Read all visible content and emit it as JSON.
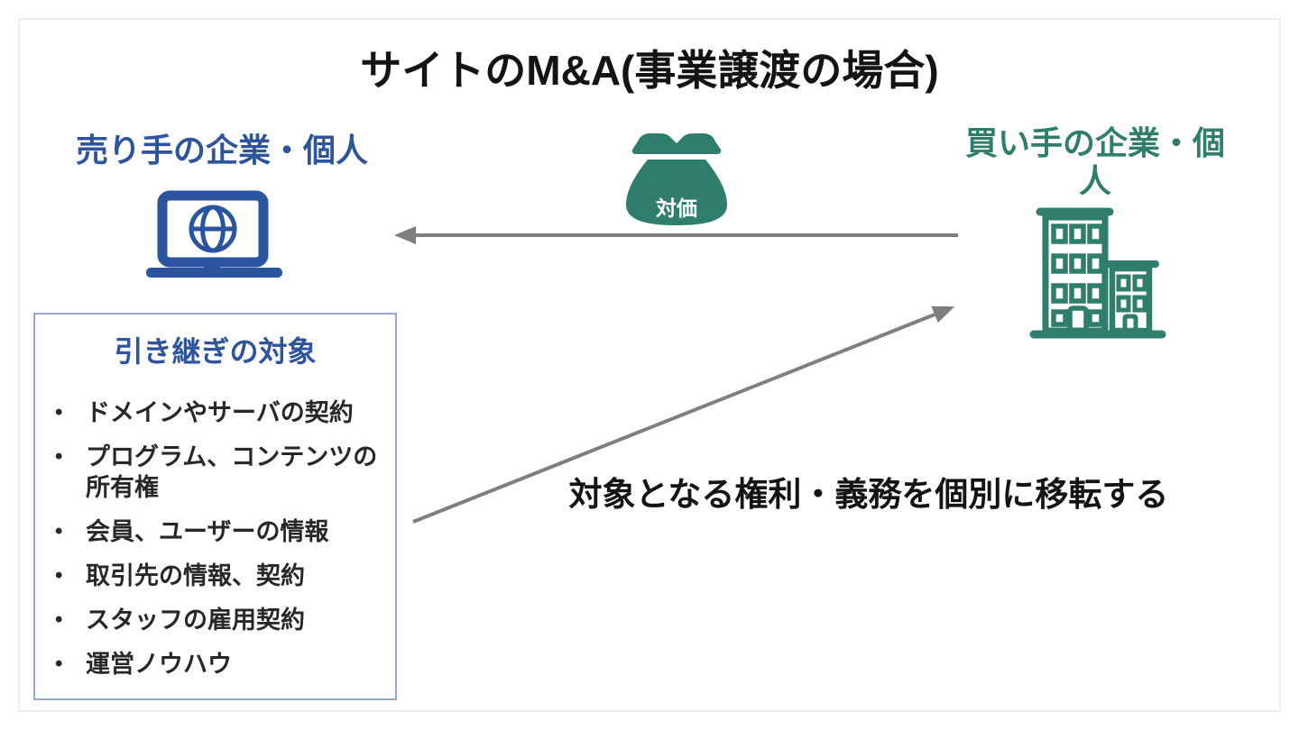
{
  "title": "サイトのM&A(事業譲渡の場合)",
  "seller": {
    "label": "売り手の企業・個人"
  },
  "buyer": {
    "label": "買い手の企業・個人"
  },
  "payment": {
    "label": "対価"
  },
  "transfer_box": {
    "title": "引き継ぎの対象",
    "bullet": "•",
    "items": [
      "ドメインやサーバの契約",
      "プログラム、コンテンツの所有権",
      "会員、ユーザーの情報",
      "取引先の情報、契約",
      "スタッフの雇用契約",
      "運営ノウハウ"
    ]
  },
  "note": "対象となる権利・義務を個別に移転する",
  "icons": {
    "seller": "laptop-globe-icon",
    "buyer": "office-building-icon",
    "payment": "money-bag-icon"
  },
  "colors": {
    "seller_blue": "#2e549e",
    "buyer_teal": "#2f7d6c",
    "arrow_gray": "#7f7f7f",
    "box_border": "#93a8cb",
    "text_black": "#141414"
  }
}
